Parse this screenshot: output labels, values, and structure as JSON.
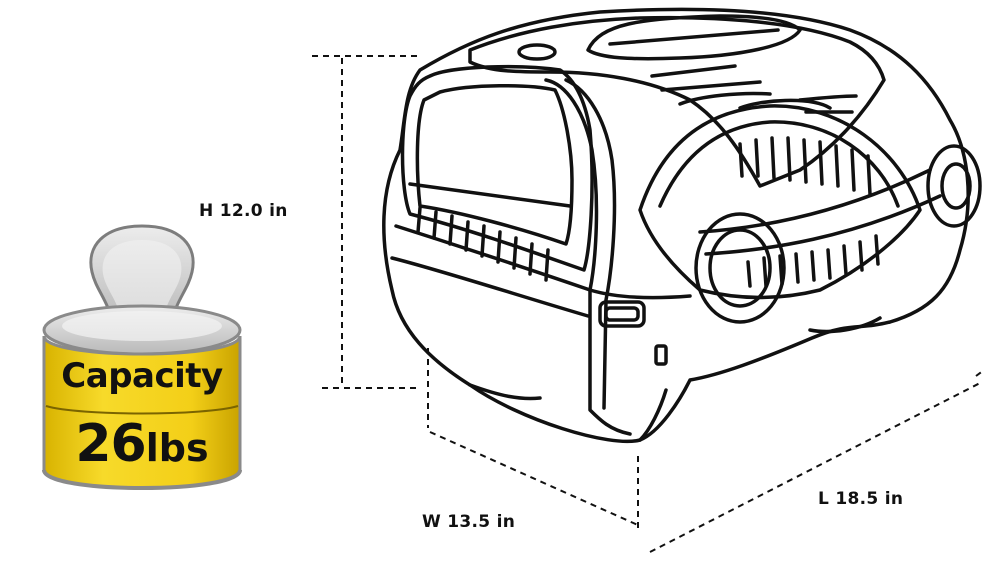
{
  "weight_badge": {
    "label": "Capacity",
    "value": "26",
    "unit": "lbs",
    "colors": {
      "band": "#f4d21a",
      "band_shadow": "#c9a500",
      "metal": "#d7d7d7",
      "metal_dark": "#8f8f8f"
    }
  },
  "dimensions": {
    "height": "H  12.0 in",
    "width": "W  13.5 in",
    "length": "L  18.5 in"
  },
  "illustration": {
    "subject": "pet-carrier-line-drawing",
    "stroke_color": "#111111"
  }
}
